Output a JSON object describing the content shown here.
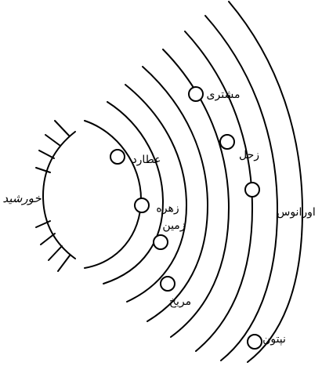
{
  "sun": {
    "label": "خورشید"
  },
  "planets": [
    {
      "name": "عطارد"
    },
    {
      "name": "زهره"
    },
    {
      "name": "زمین"
    },
    {
      "name": "مریخ"
    },
    {
      "name": "مشتری"
    },
    {
      "name": "زحل"
    },
    {
      "name": "اورانوس"
    },
    {
      "name": "نپتون"
    }
  ]
}
